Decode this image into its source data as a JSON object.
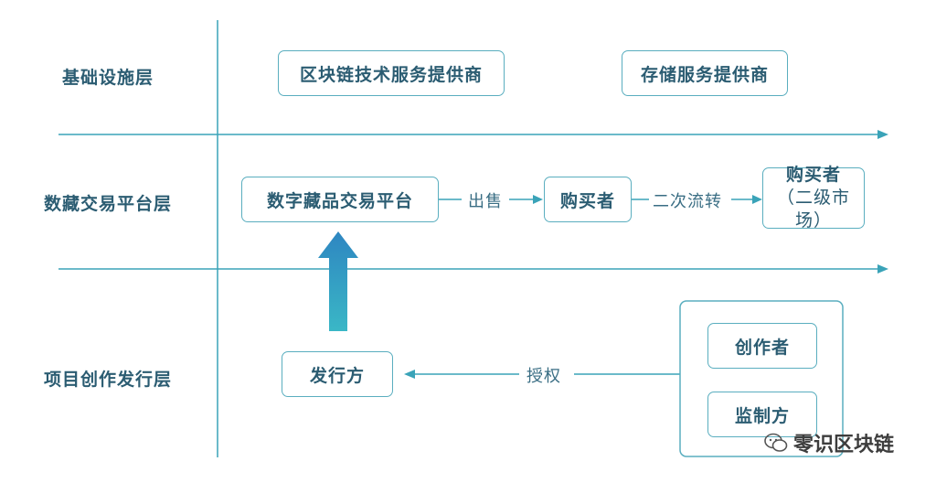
{
  "layers": {
    "infrastructure": "基础设施层",
    "platform": "数藏交易平台层",
    "creation": "项目创作发行层"
  },
  "nodes": {
    "blockchain_provider": "区块链技术服务提供商",
    "storage_provider": "存储服务提供商",
    "trading_platform": "数字藏品交易平台",
    "buyer": "购买者",
    "buyer_secondary_line1": "购买者",
    "buyer_secondary_line2": "（二级市场）",
    "issuer": "发行方",
    "creator": "创作者",
    "supervisor": "监制方"
  },
  "edges": {
    "sell": "出售",
    "resale": "二次流转",
    "authorize": "授权"
  },
  "watermark": {
    "text": "零识区块链",
    "icon": "wechat-icon"
  },
  "colors": {
    "line": "#3aa3b8",
    "box_border": "#5aaebf",
    "arrow_top": "#2e86c1",
    "arrow_bottom": "#3ab7c6",
    "text": "#2b5c72"
  }
}
